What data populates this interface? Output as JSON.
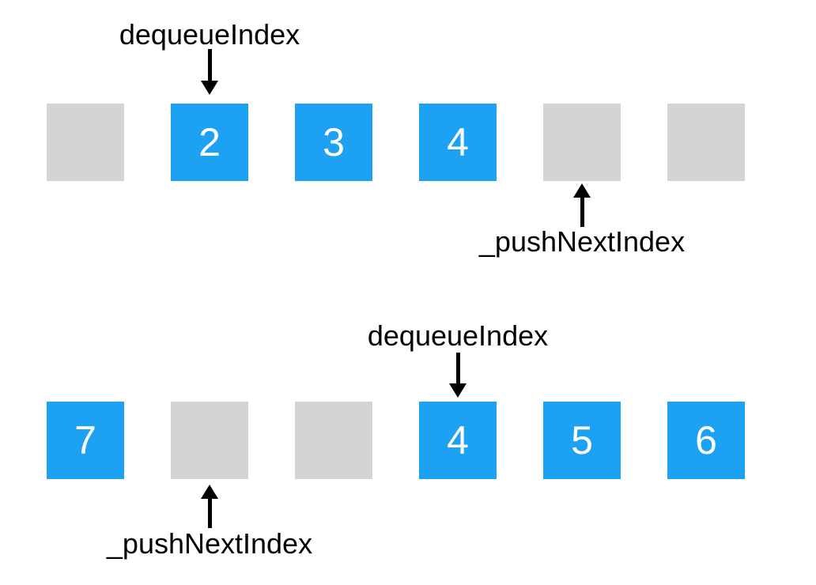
{
  "colors": {
    "filled_cell": "#1da1f2",
    "empty_cell": "#d4d4d4",
    "cell_text": "#ffffff",
    "label_text": "#000000",
    "arrow": "#000000"
  },
  "diagram": {
    "states": [
      {
        "cells": [
          {
            "value": "",
            "filled": false
          },
          {
            "value": "2",
            "filled": true
          },
          {
            "value": "3",
            "filled": true
          },
          {
            "value": "4",
            "filled": true
          },
          {
            "value": "",
            "filled": false
          },
          {
            "value": "",
            "filled": false
          }
        ],
        "dequeue_pointer": {
          "label": "dequeueIndex",
          "cell_index": 1,
          "direction": "down"
        },
        "push_pointer": {
          "label": "_pushNextIndex",
          "cell_index": 4,
          "direction": "up"
        }
      },
      {
        "cells": [
          {
            "value": "7",
            "filled": true
          },
          {
            "value": "",
            "filled": false
          },
          {
            "value": "",
            "filled": false
          },
          {
            "value": "4",
            "filled": true
          },
          {
            "value": "5",
            "filled": true
          },
          {
            "value": "6",
            "filled": true
          }
        ],
        "dequeue_pointer": {
          "label": "dequeueIndex",
          "cell_index": 3,
          "direction": "down"
        },
        "push_pointer": {
          "label": "_pushNextIndex",
          "cell_index": 1,
          "direction": "up"
        }
      }
    ]
  }
}
